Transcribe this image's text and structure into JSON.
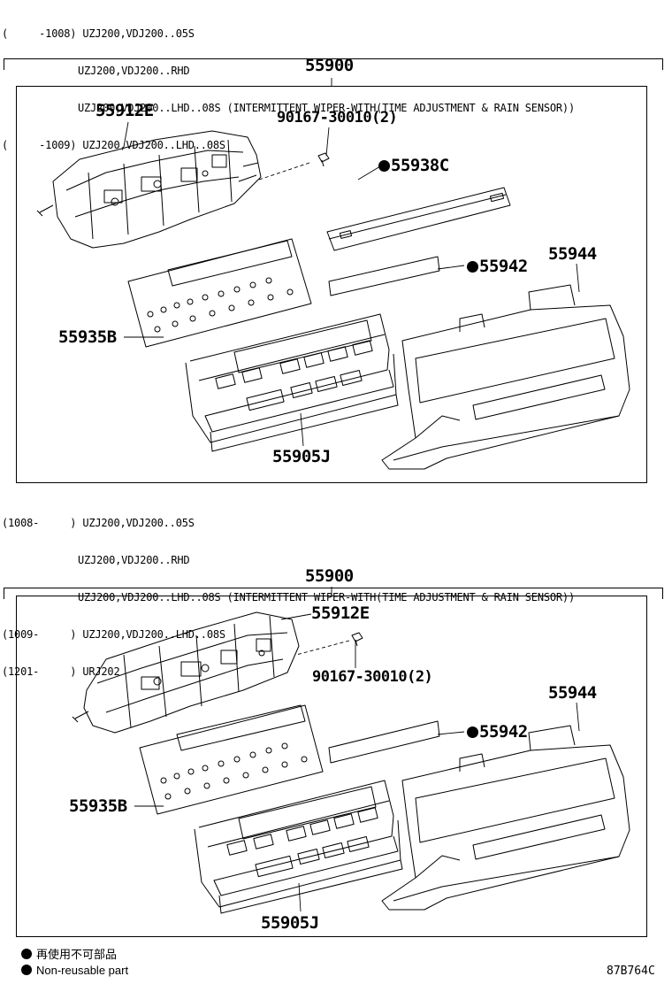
{
  "sections": [
    {
      "lines": [
        [
          "(     -1008)",
          "UZJ200,VDJ200..05S"
        ],
        [
          "",
          "UZJ200,VDJ200..RHD"
        ],
        [
          "",
          "UZJ200,VDJ200..LHD..08S (INTERMITTENT WIPER-WITH(TIME ADJUSTMENT & RAIN SENSOR))"
        ],
        [
          "(     -1009)",
          "UZJ200,VDJ200..LHD..08S"
        ]
      ],
      "assembly": "55900",
      "parts": {
        "p55912E": "55912E",
        "p90167": "90167-30010(2)",
        "p55938C": "55938C",
        "p55942": "55942",
        "p55944": "55944",
        "p55935B": "55935B",
        "p55905J": "55905J"
      }
    },
    {
      "lines": [
        [
          "(1008-     )",
          "UZJ200,VDJ200..05S"
        ],
        [
          "",
          "UZJ200,VDJ200..RHD"
        ],
        [
          "",
          "UZJ200,VDJ200..LHD..08S (INTERMITTENT WIPER-WITH(TIME ADJUSTMENT & RAIN SENSOR))"
        ],
        [
          "(1009-     )",
          "UZJ200,VDJ200..LHD..08S"
        ],
        [
          "(1201-     )",
          "URJ202"
        ]
      ],
      "assembly": "55900",
      "parts": {
        "p55912E": "55912E",
        "p90167": "90167-30010(2)",
        "p55942": "55942",
        "p55944": "55944",
        "p55935B": "55935B",
        "p55905J": "55905J"
      }
    }
  ],
  "legend": {
    "jp": "再使用不可部品",
    "en": "Non-reusable part"
  },
  "figure_code": "87B764C"
}
